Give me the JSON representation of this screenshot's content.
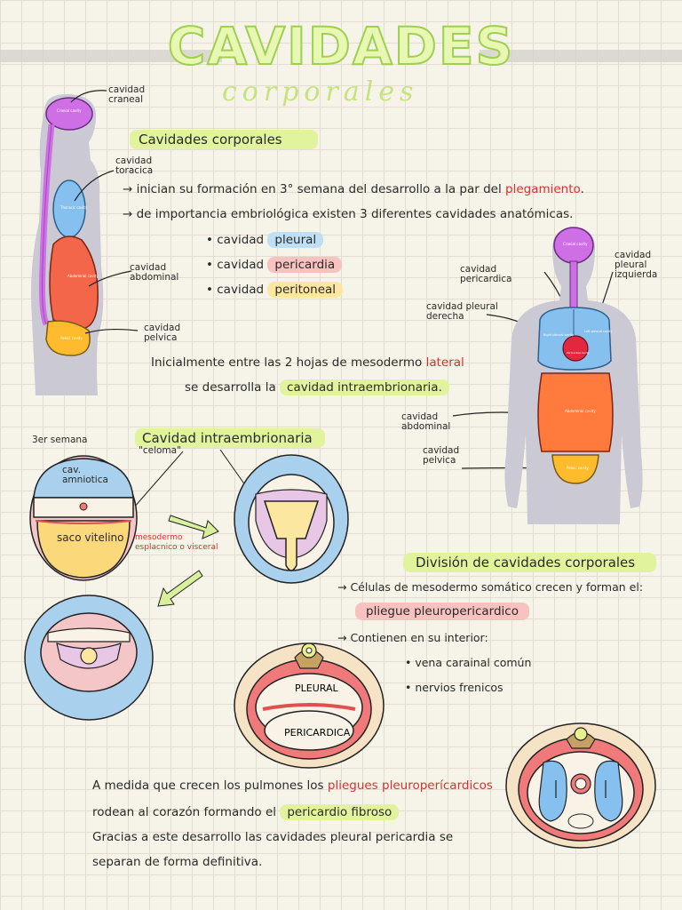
{
  "header": {
    "title": "CAVIDADES",
    "subtitle": "corporales"
  },
  "section1": {
    "heading": "Cavidades corporales",
    "bullet1_prefix": "→ inician su formación en 3° semana del desarrollo a la par del",
    "bullet1_highlight": "plegamiento",
    "bullet1_suffix": ".",
    "bullet2": "→ de importancia embriológica existen 3 diferentes cavidades anatómicas.",
    "cavities": [
      {
        "prefix": "• cavidad",
        "name": "pleural"
      },
      {
        "prefix": "• cavidad",
        "name": "pericardia"
      },
      {
        "prefix": "• cavidad",
        "name": "peritoneal"
      }
    ],
    "note_part1": "Inicialmente entre las 2 hojas de mesodermo",
    "note_highlight": "lateral",
    "note_part2": "se desarrolla la",
    "note_part2_highlight": "cavidad intraembrionaria."
  },
  "left_figure": {
    "labels": {
      "craneal": "cavidad\ncraneal",
      "toracica": "cavidad\ntoracica",
      "abdominal": "cavidad\nabdominal",
      "pelvica": "cavidad\npelvica"
    },
    "inner": {
      "cranial": "Cranial cavity",
      "thoracic": "Thoracic cavity",
      "abdominal": "Abdominal cavity",
      "pelvic": "Pelvic cavity"
    }
  },
  "right_figure": {
    "labels": {
      "pericardica": "cavidad\npericardica",
      "pleural_derecha": "cavidad pleural\nderecha",
      "pleural_izquierda": "cavidad\npleural\nizquierda",
      "abdominal": "cavidad\nabdominal",
      "pelvica": "cavidad\npelvica"
    },
    "inner": {
      "cranial": "Cranial cavity",
      "pleural_right": "Right pleural cavity",
      "pleural_left": "Left pleural cavity",
      "pericardial": "Pericardial cavity",
      "abdominal": "Abdominal cavity",
      "pelvic": "Pelvic cavity"
    }
  },
  "section2": {
    "week_label": "3er semana",
    "heading": "Cavidad intraembrionaria",
    "celoma": "\"celoma\"",
    "amniotica": "cav.\namniotica",
    "saco": "saco vitelino",
    "mesodermo": "mesodermo\nesplacnico o visceral"
  },
  "section3": {
    "heading": "División de cavidades corporales",
    "line1": "→ Células de mesodermo somático crecen y forman el:",
    "pliegue": "pliegue pleuropericardico",
    "line2": "→ Contienen en su interior:",
    "items": [
      "• vena carainal común",
      "• nervios frenicos"
    ],
    "diagram_pleural": "PLEURAL",
    "diagram_pericardica": "PERICARDICA"
  },
  "section4": {
    "line1_prefix": "A medida que crecen los pulmones los",
    "line1_highlight": "pliegues pleuroperícardicos",
    "line2_prefix": "rodean al corazón formando el",
    "line2_highlight": "pericardio fibroso",
    "line3": "Gracias a este desarrollo las cavidades pleural pericardia se",
    "line4": "separan de forma definitiva."
  },
  "colors": {
    "purple": "#cf6fe6",
    "blue": "#86c0ef",
    "red": "#f3664a",
    "orange": "#ff7a3c",
    "yellow": "#fdbb2d",
    "silhouette": "#c9c8d2",
    "accent_green": "#e2f39d"
  }
}
